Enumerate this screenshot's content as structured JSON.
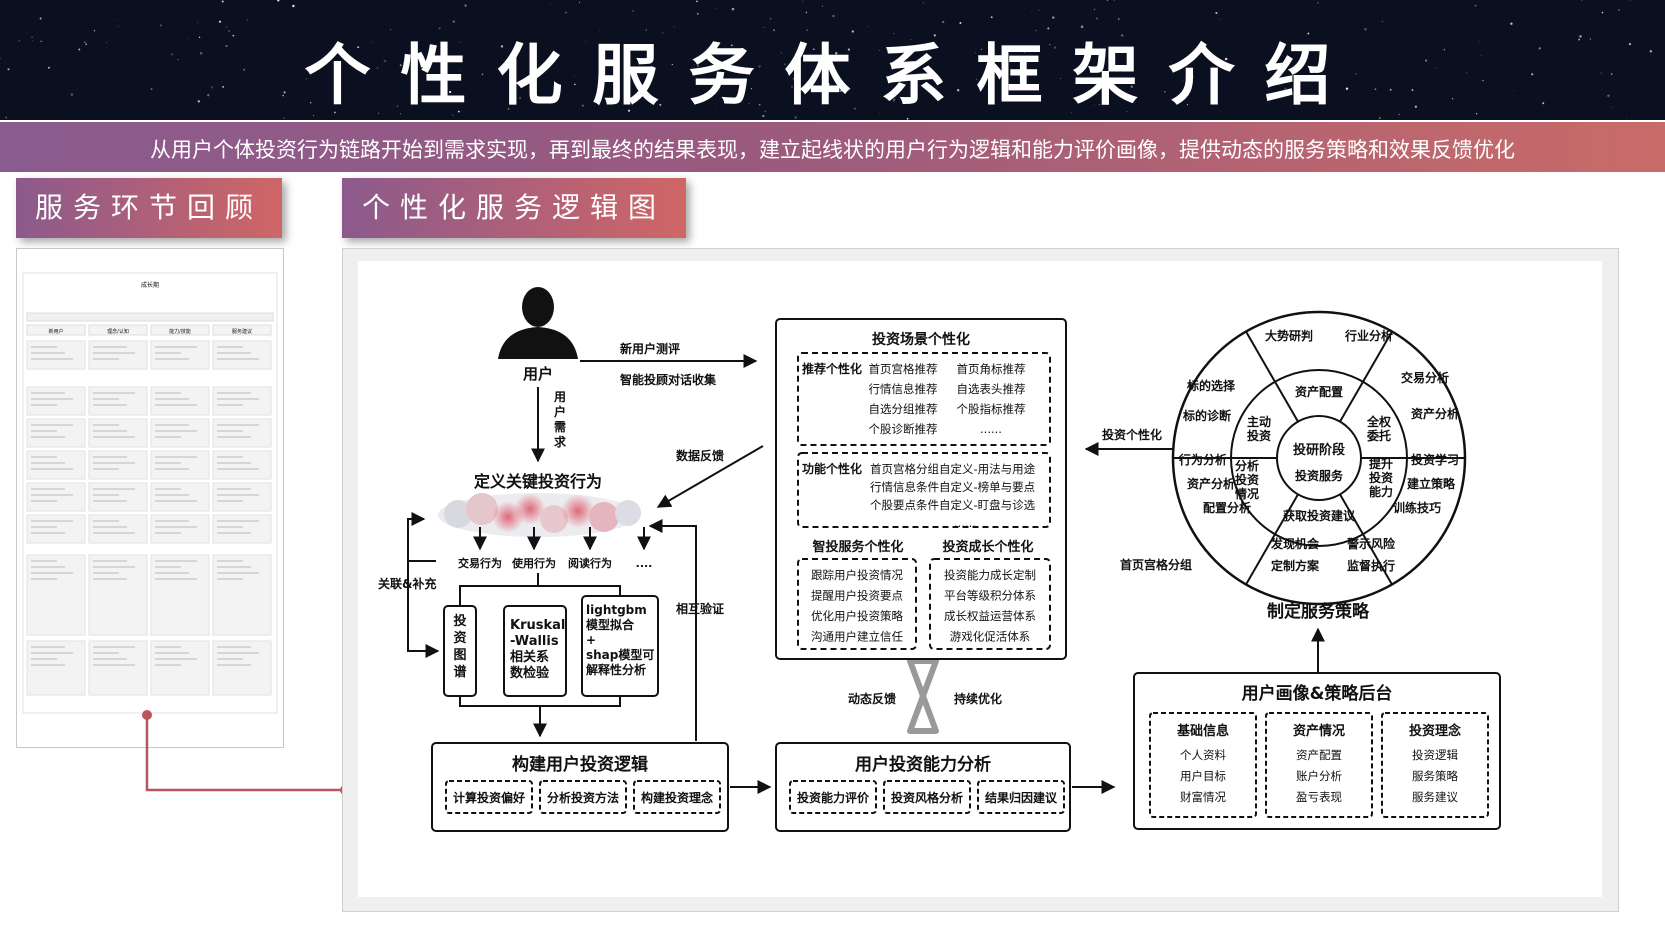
{
  "header": {
    "title": "个性化服务体系框架介绍",
    "subtitle": "从用户个体投资行为链路开始到需求实现，再到最终的结果表现，建立起线状的用户行为逻辑和能力评价画像，提供动态的服务策略和效果反馈优化"
  },
  "tabs": {
    "review": "服务环节回顾",
    "logic": "个性化服务逻辑图"
  },
  "review_thumb": {
    "title": "成长期",
    "columns": [
      "新用户",
      "理念/认知",
      "能力/技能",
      "服务建议"
    ]
  },
  "diagram": {
    "user": "用户",
    "new_user_test": "新用户测评",
    "smart_dialog": "智能投顾对话收集",
    "user_need": "用户需求",
    "data_feedback": "数据反馈",
    "invest_personalize": "投资个性化",
    "key_behavior": "定义关键投资行为",
    "behaviors": [
      "交易行为",
      "使用行为",
      "阅读行为",
      "...."
    ],
    "link_supplement": "关联&补充",
    "mutual_verify": "相互验证",
    "method_graph": "投资图谱",
    "method_kruskal": [
      "Kruskal",
      "-Wallis",
      "相关系",
      "数检验"
    ],
    "method_lightgbm": [
      "lightgbm",
      "模型拟合",
      "+",
      "shap模型可",
      "解释性分析"
    ],
    "build_logic": {
      "title": "构建用户投资逻辑",
      "items": [
        "计算投资偏好",
        "分析投资方法",
        "构建投资理念"
      ]
    },
    "ability": {
      "title": "用户投资能力分析",
      "items": [
        "投资能力评价",
        "投资风格分析",
        "结果归因建议"
      ]
    },
    "dynamic_feedback": "动态反馈",
    "continuous_opt": "持续优化",
    "scene": {
      "title": "投资场景个性化",
      "recommend_label": "推荐个性化",
      "recommend_items": [
        "首页宫格推荐",
        "首页角标推荐",
        "行情信息推荐",
        "自选表头推荐",
        "自选分组推荐",
        "个股指标推荐",
        "个股诊断推荐",
        "......"
      ],
      "function_label": "功能个性化",
      "function_items": [
        "首页宫格分组自定义-用法与用途",
        "行情信息条件自定义-榜单与要点",
        "个股要点条件自定义-盯盘与诊选",
        "......"
      ],
      "smart_title": "智投服务个性化",
      "smart_items": [
        "跟踪用户投资情况",
        "提醒用户投资要点",
        "优化用户投资策略",
        "沟通用户建立信任"
      ],
      "growth_title": "投资成长个性化",
      "growth_items": [
        "投资能力成长定制",
        "平台等级积分体系",
        "成长权益运营体系",
        "游戏化促活体系"
      ]
    },
    "wheel": {
      "center": "投研阶段",
      "inner": [
        "资产配置",
        "全权委托",
        "提升投资能力",
        "获取投资建议",
        "分析投资情况",
        "主动投资"
      ],
      "inner_service": "投资服务",
      "outer": [
        "大势研判",
        "行业分析",
        "交易分析",
        "资产分析",
        "投资学习",
        "建立策略",
        "训练技巧",
        "发现机会",
        "警示风险",
        "定制方案",
        "监督执行",
        "配置分析",
        "资产分析",
        "行为分析",
        "标的诊断",
        "标的选择"
      ],
      "side_label": "首页宫格分组",
      "strategy": "制定服务策略"
    },
    "portrait": {
      "title": "用户画像&策略后台",
      "groups": [
        {
          "title": "基础信息",
          "items": [
            "个人资料",
            "用户目标",
            "财富情况"
          ]
        },
        {
          "title": "资产情况",
          "items": [
            "资产配置",
            "账户分析",
            "盈亏表现"
          ]
        },
        {
          "title": "投资理念",
          "items": [
            "投资逻辑",
            "服务策略",
            "服务建议"
          ]
        }
      ]
    }
  },
  "colors": {
    "accent_start": "#8b5a8c",
    "accent_end": "#d06666",
    "connector": "#b8565c",
    "header_bg": "#0b1020"
  }
}
